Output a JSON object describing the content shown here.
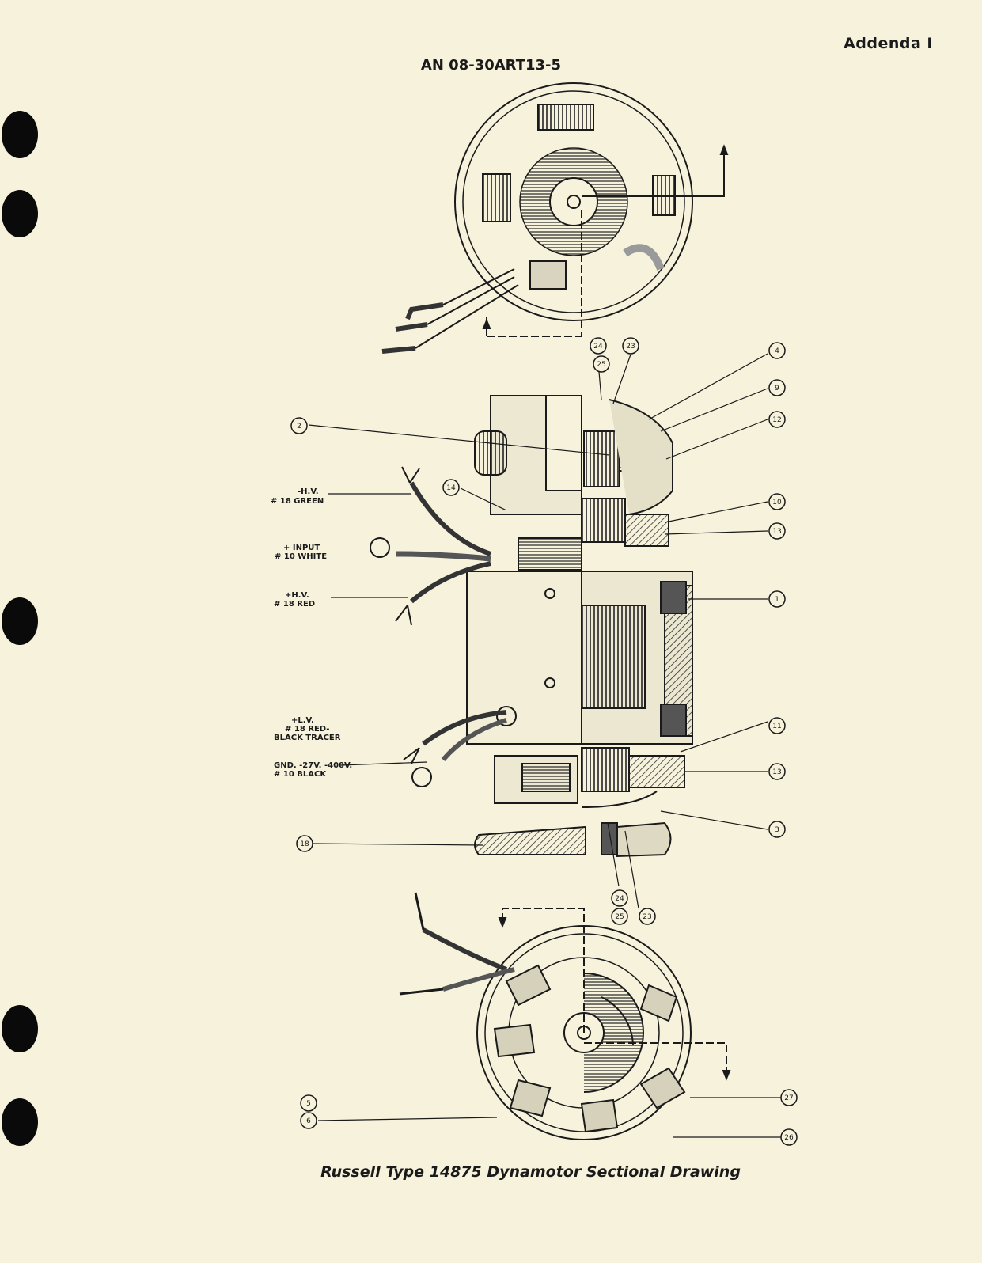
{
  "header": {
    "addenda": "Addenda I",
    "doc_number": "AN 08-30ART13-5"
  },
  "caption": "Russell Type 14875 Dynamotor Sectional Drawing",
  "wire_labels": {
    "hv_neg_1": "-H.V.",
    "hv_neg_2": "# 18 GREEN",
    "input_1": "+ INPUT",
    "input_2": "# 10 WHITE",
    "hv_pos_1": "+H.V.",
    "hv_pos_2": "# 18 RED",
    "lv_1": "+L.V.",
    "lv_2": "# 18 RED-",
    "lv_3": "BLACK TRACER",
    "gnd_1": "GND. -27V. -400V.",
    "gnd_2": "# 10 BLACK"
  },
  "callouts": {
    "c24a": "24",
    "c25a": "25",
    "c23a": "23",
    "c4": "4",
    "c9": "9",
    "c12": "12",
    "c2": "2",
    "c14": "14",
    "c10": "10",
    "c13a": "13",
    "c1": "1",
    "c11": "11",
    "c13b": "13",
    "c3": "3",
    "c18": "18",
    "c24b": "24",
    "c25b": "25",
    "c23b": "23",
    "c5": "5",
    "c6": "6",
    "c27": "27",
    "c26": "26"
  }
}
